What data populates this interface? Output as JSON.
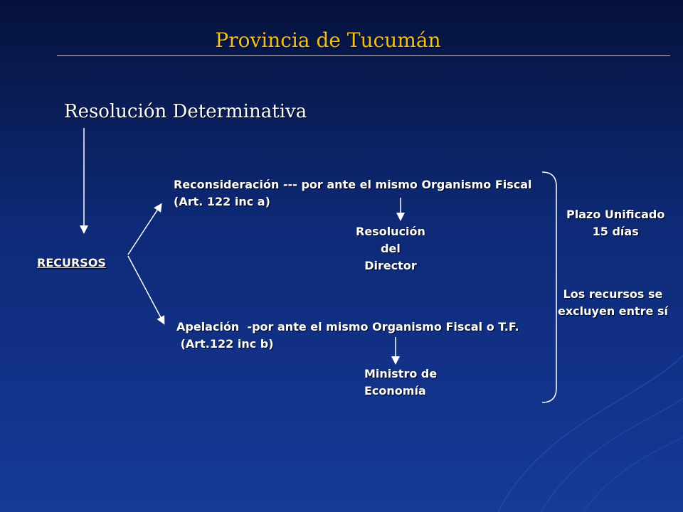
{
  "header": {
    "title": "Provincia de Tucumán"
  },
  "slide": {
    "title": "Resolución Determinativa"
  },
  "diagram": {
    "recursos": "RECURSOS",
    "reconsideracion": "Reconsideración --- por ante el mismo Organismo Fiscal\n(Art. 122 inc a)",
    "resolucion_director": "Resolución\ndel\nDirector",
    "apelacion": "Apelación  -por ante el mismo Organismo Fiscal o T.F.\n (Art.122 inc b)",
    "ministro": "Ministro de\nEconomía",
    "plazo": "Plazo Unificado\n15 días",
    "excluyen": "Los recursos se\nexcluyen entre sí"
  },
  "colors": {
    "header": "#f0c020",
    "text": "#ffffff",
    "background": "#0e2a78"
  }
}
